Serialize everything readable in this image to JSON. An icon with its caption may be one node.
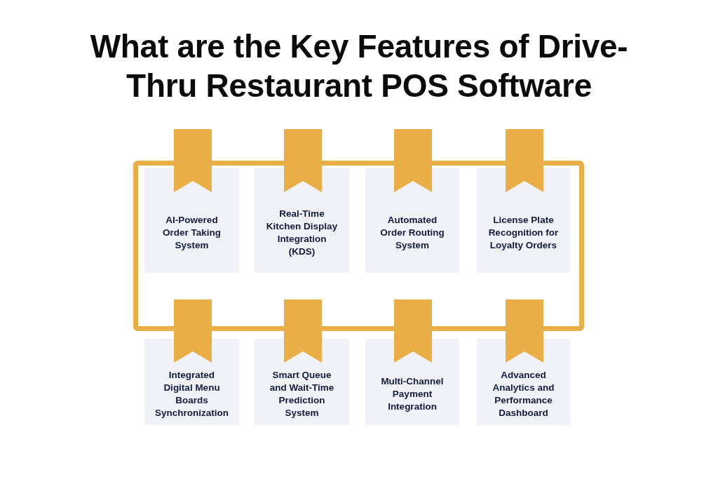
{
  "diagram": {
    "title": "What are the Key Features of Drive-Thru Restaurant POS Software",
    "nodes": [
      {
        "text": [
          "AI-Powered Order Taking System"
        ]
      },
      {
        "text": [
          "Real-Time Kitchen Display Integration (KDS)"
        ]
      },
      {
        "text": [
          "Automated Order Routing System"
        ]
      },
      {
        "text": [
          "License Plate Recognition for Loyalty Orders"
        ]
      },
      {
        "text": [
          "Integrated Digital Menu Boards Synchronization"
        ]
      },
      {
        "text": [
          "Smart Queue and Wait-Time Prediction System"
        ]
      },
      {
        "text": [
          "Multi-Channel Payment Integration"
        ]
      },
      {
        "text": [
          "Advanced Analytics and Performance Dashboard"
        ]
      }
    ]
  }
}
